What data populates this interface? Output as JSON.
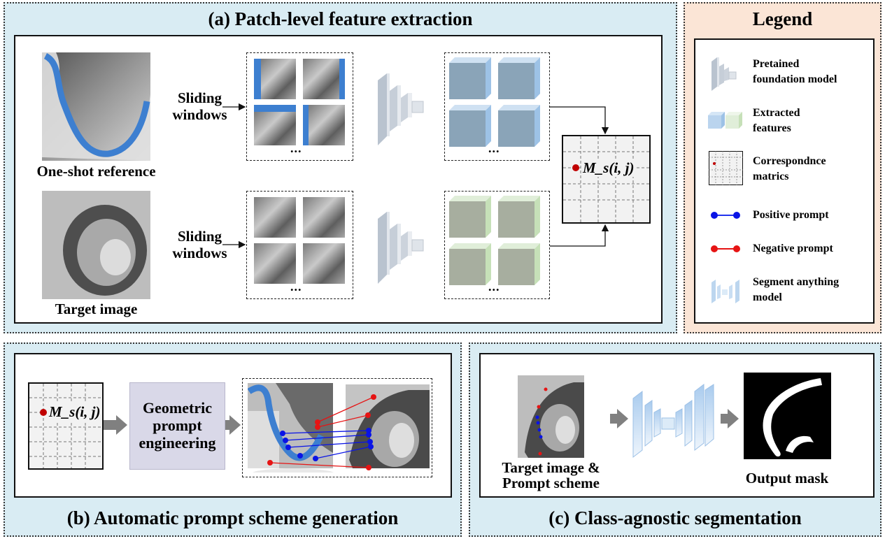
{
  "panel_a": {
    "title": "(a) Patch-level feature extraction",
    "reference_caption": "One-shot reference",
    "target_caption": "Target image",
    "sliding_windows_label_1": "Sliding",
    "sliding_windows_label_2": "windows",
    "ellipsis": "...",
    "matrix_label": "M_s(i, j)"
  },
  "legend": {
    "title": "Legend",
    "items": [
      {
        "icon": "pretrained-model-icon",
        "line1": "Pretained",
        "line2": "foundation model"
      },
      {
        "icon": "feature-cubes-icon",
        "line1": "Extracted",
        "line2": "features"
      },
      {
        "icon": "correspondence-matrix-icon",
        "line1": "Correspondnce",
        "line2": "matrics"
      },
      {
        "icon": "positive-prompt-icon",
        "line1": "Positive prompt"
      },
      {
        "icon": "negative-prompt-icon",
        "line1": "Negative prompt"
      },
      {
        "icon": "sam-icon",
        "line1": "Segment anything",
        "line2": "model"
      }
    ]
  },
  "panel_b": {
    "title": "(b) Automatic prompt scheme generation",
    "box_line1": "Geometric",
    "box_line2": "prompt",
    "box_line3": "engineering",
    "matrix_label": "M_s(i, j)"
  },
  "panel_c": {
    "title": "(c) Class-agnostic segmentation",
    "input_caption_1": "Target image &",
    "input_caption_2": "Prompt scheme",
    "output_caption": "Output mask"
  },
  "colors": {
    "panel_bg": "#d9ecf3",
    "legend_bg": "#fbe5d6",
    "mask_blue": "#3d7fd0",
    "positive": "#0a14e6",
    "negative": "#e61414",
    "feature_blue": "#b8d4ee",
    "feature_green": "#d4e8cc",
    "prompt_box": "#d9d8e8"
  }
}
